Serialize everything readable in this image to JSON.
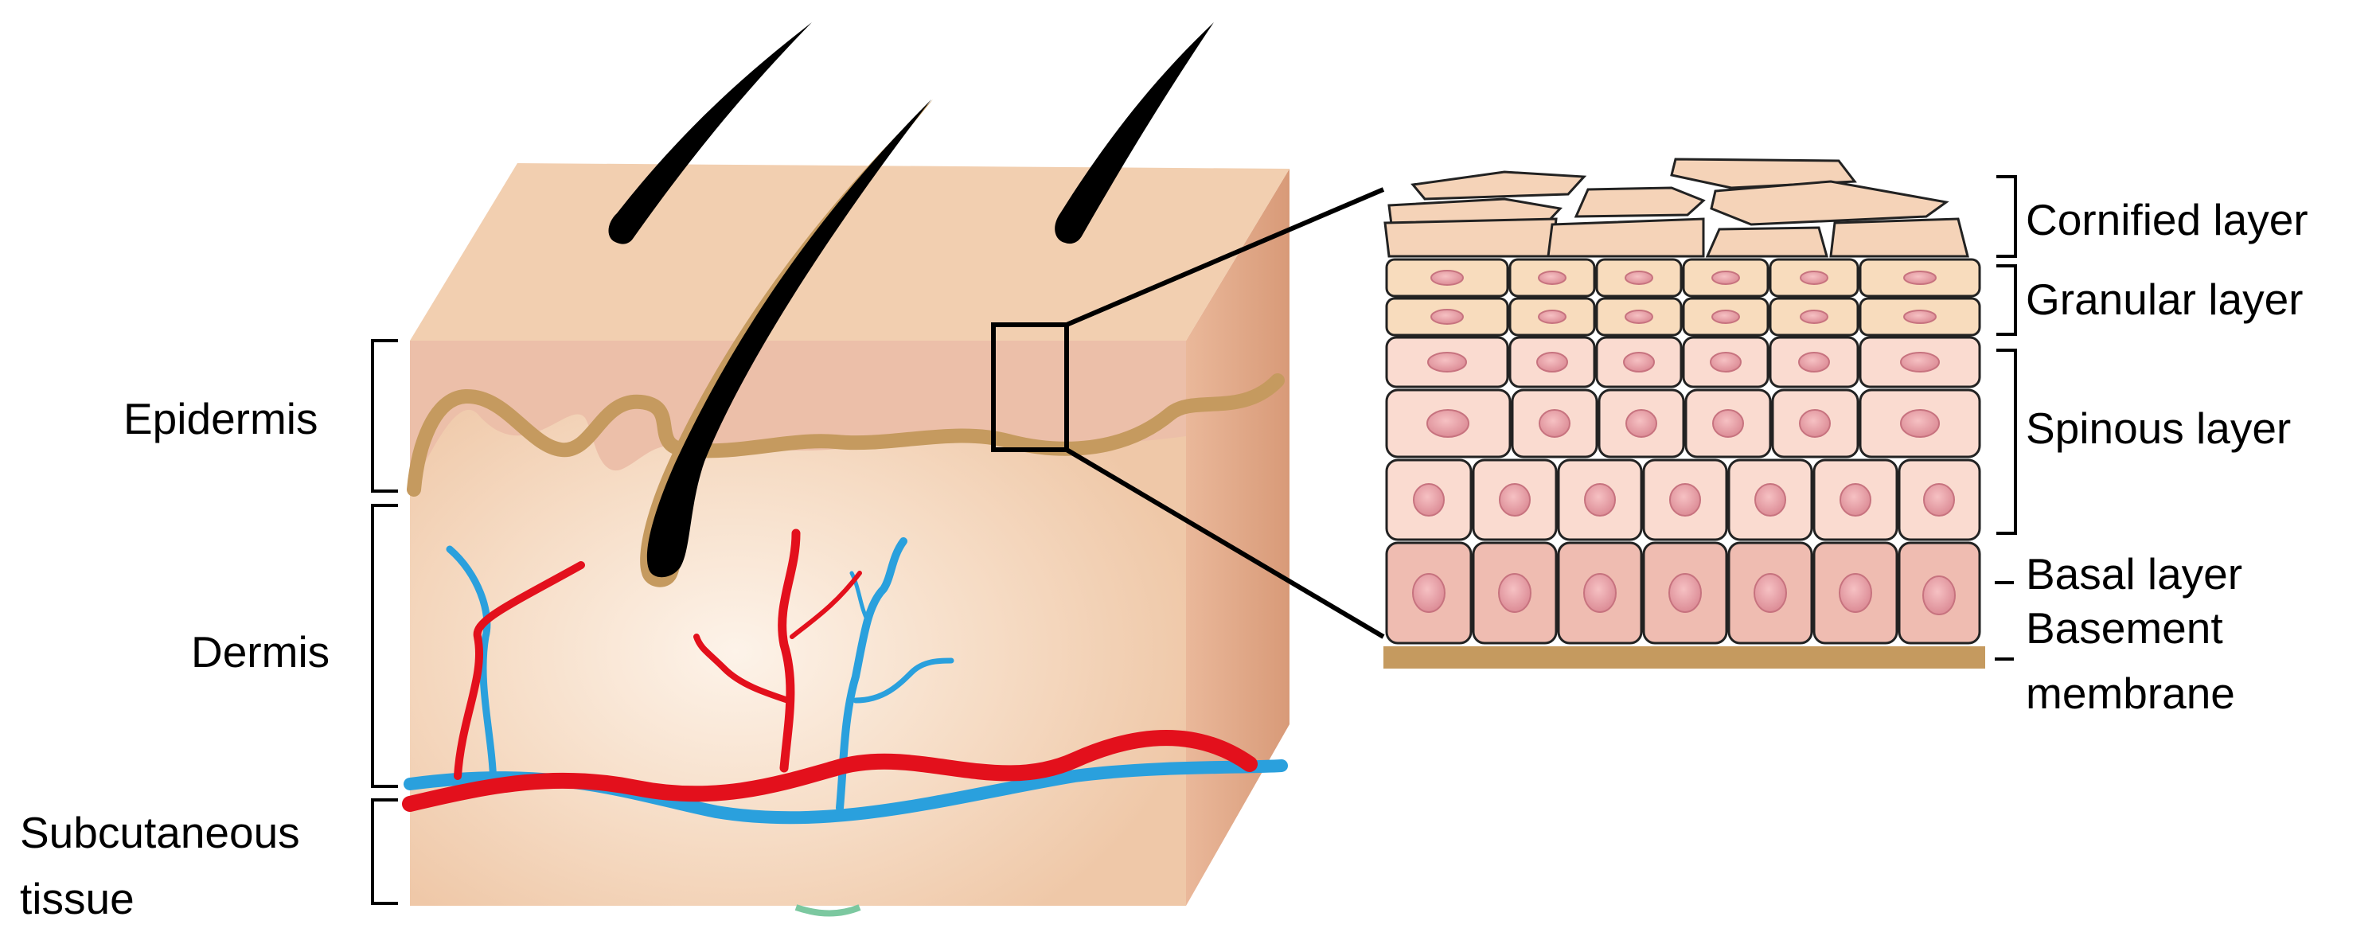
{
  "left_labels": {
    "epidermis": "Epidermis",
    "dermis": "Dermis",
    "subcutaneous_line1": "Subcutaneous",
    "subcutaneous_line2": "tissue"
  },
  "right_labels": {
    "cornified": "Cornified layer",
    "granular": "Granular layer",
    "spinous": "Spinous layer",
    "basal": "Basal layer",
    "basement_line1": "Basement",
    "basement_line2": "membrane"
  },
  "colors": {
    "skin_top": "#f2cfb0",
    "skin_front": "#f5d9c0",
    "skin_side": "#e7ad8c",
    "epidermis_band": "#ecbfa9",
    "basement_membrane": "#c59a5f",
    "hair": "#000000",
    "artery": "#e3101c",
    "vein": "#2aa0dd",
    "cornified_cell": "#f5d3b8",
    "granular_cell": "#f8dcbd",
    "spinous_cell": "#fadbd0",
    "basal_cell": "#efbcb1",
    "nucleus": "#e79aa2",
    "outline": "#222222"
  }
}
